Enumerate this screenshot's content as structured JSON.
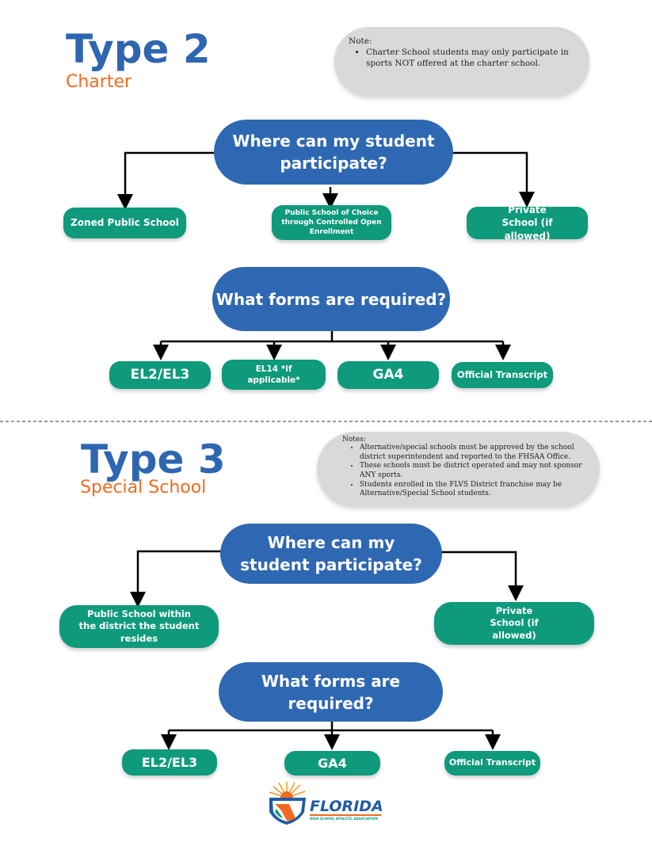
{
  "type2": {
    "title": "Type 2",
    "subtitle": "Charter",
    "note_label": "Note:",
    "notes": [
      "Charter School students may only participate in sports NOT offered at the charter school."
    ],
    "question1": "Where can my student participate?",
    "participate": [
      "Zoned Public School",
      "Public School of Choice through Controlled Open Enrollment",
      "Private School (if allowed)"
    ],
    "question2": "What forms are required?",
    "forms": [
      "EL2/EL3",
      "EL14 *if applicable*",
      "GA4",
      "Official Transcript"
    ]
  },
  "type3": {
    "title": "Type 3",
    "subtitle": "Special School",
    "note_label": "Notes:",
    "notes": [
      "Alternative/special schools must be approved by the school district superintendent and reported to the FHSAA Office.",
      "These schools must be district operated and may not sponsor ANY sports.",
      "Students enrolled in the FLVS District franchise may be Alternative/Special School students."
    ],
    "question1": "Where can my student participate?",
    "participate": [
      "Public School within the district the student resides",
      "Private School (if allowed)"
    ],
    "question2": "What forms are required?",
    "forms": [
      "EL2/EL3",
      "GA4",
      "Official Transcript"
    ]
  },
  "logo": {
    "name": "FLORIDA",
    "tagline": "HIGH SCHOOL ATHLETIC ASSOCIATION"
  },
  "colors": {
    "blue": "#2f68b2",
    "green": "#0e9a7b",
    "orange": "#f26a21",
    "note_gray": "#d9d9d9"
  }
}
